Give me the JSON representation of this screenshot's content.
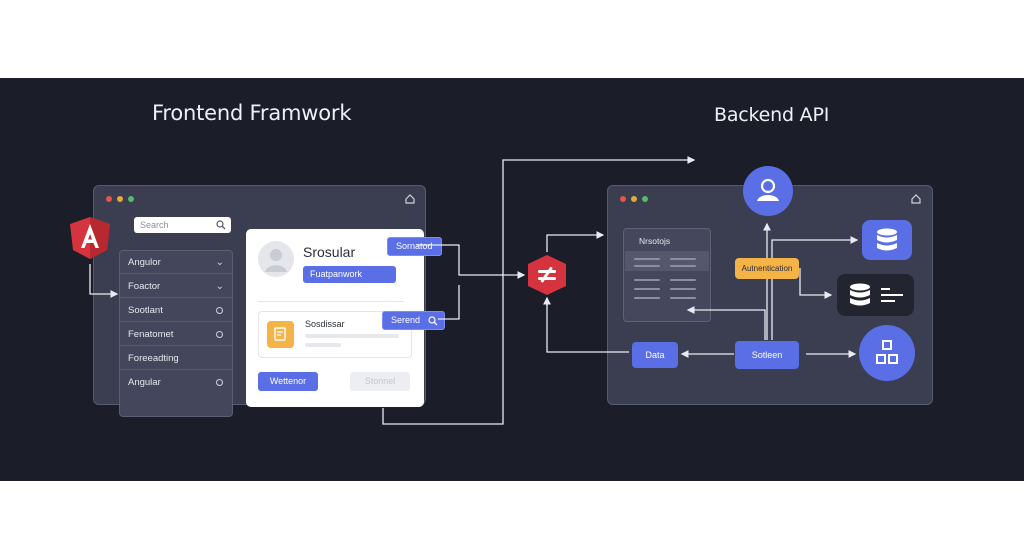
{
  "titles": {
    "frontend": "Frontend Framwork",
    "backend": "Backend API"
  },
  "frontend_window": {
    "search_placeholder": "Search",
    "nav_items": [
      {
        "label": "Angulor",
        "marker": "chevron"
      },
      {
        "label": "Foactor",
        "marker": "chevron"
      },
      {
        "label": "Sootlant",
        "marker": "circle"
      },
      {
        "label": "Fenatomet",
        "marker": "circle"
      },
      {
        "label": "Foreeadting",
        "marker": "none"
      },
      {
        "label": "Angular",
        "marker": "circle"
      }
    ]
  },
  "component_card": {
    "title": "Srosular",
    "chip_label": "Fuatpanwork",
    "inner_label": "Sosdissar",
    "primary_button": "Wettenor",
    "secondary_button": "Stonnel"
  },
  "floating_chips": {
    "top": "Sornatod",
    "bottom": "Serend"
  },
  "backend_window": {
    "table_title": "Nrsotojs",
    "auth_label": "Autnentication",
    "data_label": "Data",
    "center_label": "Sotleen"
  },
  "icons": [
    "angular-logo-icon",
    "gateway-icon",
    "user-icon",
    "database-icon",
    "database-list-icon",
    "modules-icon",
    "search-icon",
    "home-icon"
  ],
  "colors": {
    "accent": "#5a6ee6",
    "angular_red": "#d5343e",
    "auth_orange": "#f4b347",
    "background": "#1b1e29"
  }
}
